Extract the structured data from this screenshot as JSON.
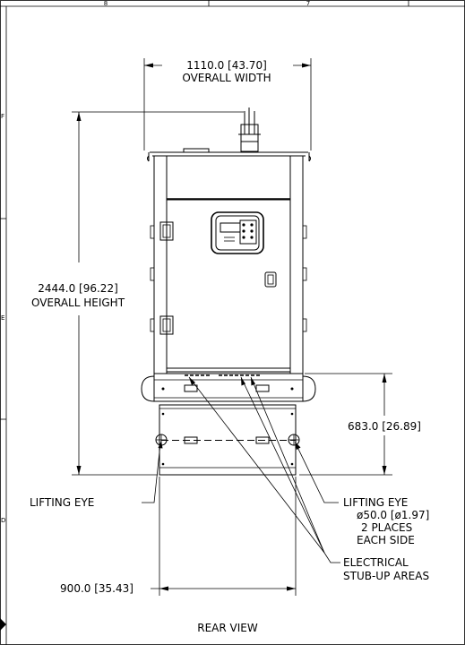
{
  "border": {
    "zone_columns": [
      "8",
      "7"
    ],
    "zone_rows": [
      "F",
      "E",
      "D"
    ]
  },
  "dimensions": {
    "overall_width": {
      "value": "1110.0 [43.70]",
      "label": "OVERALL WIDTH"
    },
    "overall_height": {
      "value": "2444.0 [96.22]",
      "label": "OVERALL HEIGHT"
    },
    "base_height": {
      "value": "683.0 [26.89]"
    },
    "base_width": {
      "value": "900.0 [35.43]"
    }
  },
  "callouts": {
    "lifting_eye_left": "LIFTING EYE",
    "lifting_eye_right": {
      "title": "LIFTING EYE",
      "lines": [
        "ø50.0 [ø1.97]",
        "2 PLACES",
        "EACH SIDE"
      ]
    },
    "electrical": [
      "ELECTRICAL",
      "STUB-UP AREAS"
    ]
  },
  "view_title": "REAR VIEW"
}
